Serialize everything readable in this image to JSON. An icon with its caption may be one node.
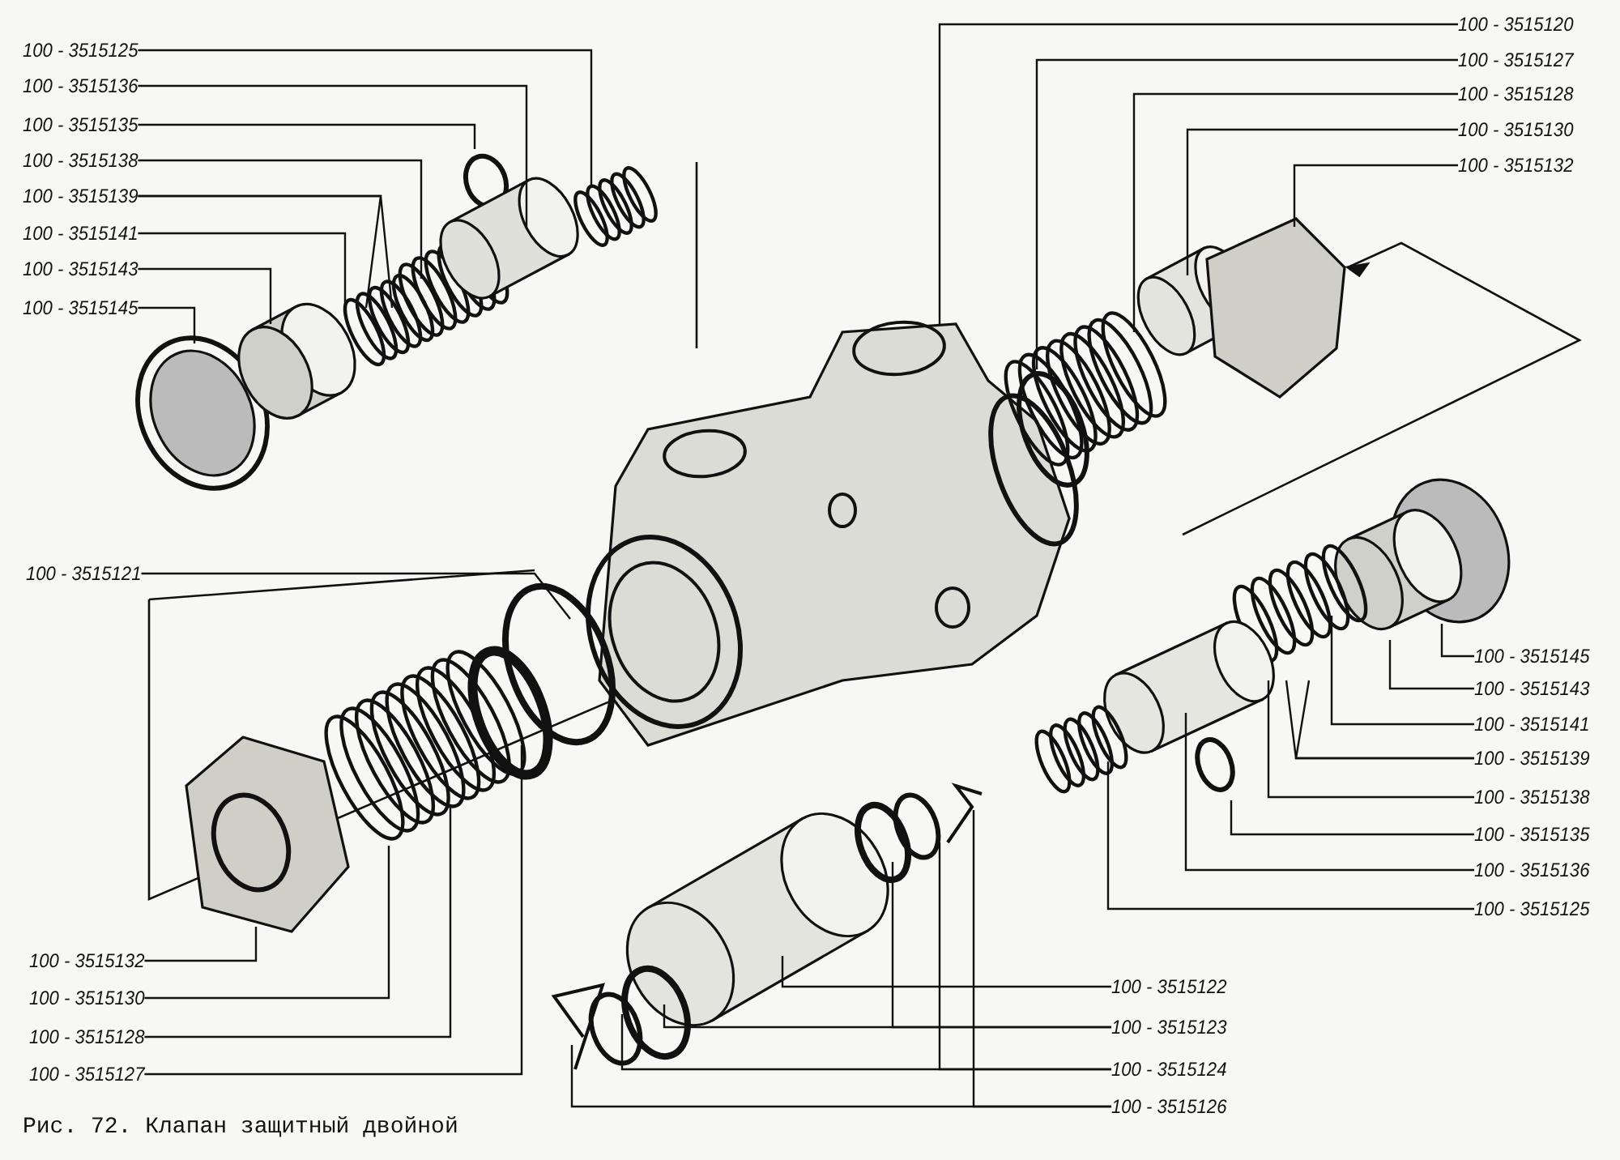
{
  "diagram": {
    "caption": "Рис. 72. Клапан защитный двойной",
    "nodes": [
      {
        "text": [
          "100 - 3515125"
        ]
      },
      {
        "text": [
          "100 - 3515136"
        ]
      },
      {
        "text": [
          "100 - 3515135"
        ]
      },
      {
        "text": [
          "100 - 3515138"
        ]
      },
      {
        "text": [
          "100 - 3515139"
        ]
      },
      {
        "text": [
          "100 - 3515141"
        ]
      },
      {
        "text": [
          "100 - 3515143"
        ]
      },
      {
        "text": [
          "100 - 3515145"
        ]
      },
      {
        "text": [
          "100 - 3515120"
        ]
      },
      {
        "text": [
          "100 - 3515127"
        ]
      },
      {
        "text": [
          "100 - 3515128"
        ]
      },
      {
        "text": [
          "100 - 3515130"
        ]
      },
      {
        "text": [
          "100 - 3515132"
        ]
      },
      {
        "text": [
          "100 - 3515121"
        ]
      },
      {
        "text": [
          "100 - 3515145"
        ]
      },
      {
        "text": [
          "100 - 3515143"
        ]
      },
      {
        "text": [
          "100 - 3515141"
        ]
      },
      {
        "text": [
          "100 - 3515139"
        ]
      },
      {
        "text": [
          "100 - 3515138"
        ]
      },
      {
        "text": [
          "100 - 3515135"
        ]
      },
      {
        "text": [
          "100 - 3515136"
        ]
      },
      {
        "text": [
          "100 - 3515125"
        ]
      },
      {
        "text": [
          "100 - 3515132"
        ]
      },
      {
        "text": [
          "100 - 3515130"
        ]
      },
      {
        "text": [
          "100 - 3515128"
        ]
      },
      {
        "text": [
          "100 - 3515127"
        ]
      },
      {
        "text": [
          "100 - 3515122"
        ]
      },
      {
        "text": [
          "100 - 3515123"
        ]
      },
      {
        "text": [
          "100 - 3515124"
        ]
      },
      {
        "text": [
          "100 - 3515126"
        ]
      }
    ],
    "edges": [
      {
        "from": 0,
        "to": null,
        "arrow": "none"
      },
      {
        "from": 1,
        "to": null,
        "arrow": "none"
      },
      {
        "from": 2,
        "to": null,
        "arrow": "none"
      },
      {
        "from": 3,
        "to": null,
        "arrow": "none"
      },
      {
        "from": 4,
        "to": null,
        "arrow": "none"
      },
      {
        "from": 4,
        "to": null,
        "arrow": "none"
      },
      {
        "from": 5,
        "to": null,
        "arrow": "none"
      },
      {
        "from": 6,
        "to": null,
        "arrow": "none"
      },
      {
        "from": 7,
        "to": null,
        "arrow": "none"
      },
      {
        "from": 8,
        "to": null,
        "arrow": "none"
      },
      {
        "from": 9,
        "to": null,
        "arrow": "none"
      },
      {
        "from": 10,
        "to": null,
        "arrow": "none"
      },
      {
        "from": 11,
        "to": null,
        "arrow": "none"
      },
      {
        "from": 12,
        "to": null,
        "arrow": "none"
      },
      {
        "from": 13,
        "to": null,
        "arrow": "none"
      },
      {
        "from": 14,
        "to": null,
        "arrow": "none"
      },
      {
        "from": 15,
        "to": null,
        "arrow": "none"
      },
      {
        "from": 16,
        "to": null,
        "arrow": "none"
      },
      {
        "from": 17,
        "to": null,
        "arrow": "none"
      },
      {
        "from": 17,
        "to": null,
        "arrow": "none"
      },
      {
        "from": 18,
        "to": null,
        "arrow": "none"
      },
      {
        "from": 19,
        "to": null,
        "arrow": "none"
      },
      {
        "from": 20,
        "to": null,
        "arrow": "none"
      },
      {
        "from": 21,
        "to": null,
        "arrow": "none"
      },
      {
        "from": 22,
        "to": null,
        "arrow": "none"
      },
      {
        "from": 23,
        "to": null,
        "arrow": "none"
      },
      {
        "from": 24,
        "to": null,
        "arrow": "none"
      },
      {
        "from": 25,
        "to": null,
        "arrow": "none"
      },
      {
        "from": 26,
        "to": null,
        "arrow": "none"
      },
      {
        "from": 27,
        "to": null,
        "arrow": "none"
      },
      {
        "from": 27,
        "to": null,
        "arrow": "none"
      },
      {
        "from": 28,
        "to": null,
        "arrow": "none"
      },
      {
        "from": 28,
        "to": null,
        "arrow": "none"
      },
      {
        "from": 29,
        "to": null,
        "arrow": "none"
      },
      {
        "from": 29,
        "to": null,
        "arrow": "none"
      }
    ]
  }
}
